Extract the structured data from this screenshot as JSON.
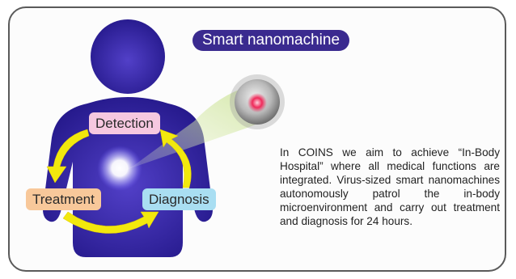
{
  "diagram": {
    "title": "Smart nanomachine",
    "labels": {
      "detection": "Detection",
      "treatment": "Treatment",
      "diagnosis": "Diagnosis"
    },
    "description": "In COINS we aim to achieve “In-Body Hospital” where all medical functions are integrated. Virus-sized smart nanomachines autonomously patrol the in-body microenvironment and carry out treatment and diagnosis for 24 hours."
  },
  "colors": {
    "body": "#2b1f8c",
    "arrows": "#f2e80d",
    "detection_bg": "#f6c8e0",
    "treatment_bg": "#f8c89a",
    "diagnosis_bg": "#a9def2",
    "title_bg": "#3a2a8f",
    "frame_border": "#5a5a5a"
  },
  "icons": [
    "human-silhouette",
    "nanomachine-particle",
    "cycle-arrows",
    "glow-spot"
  ]
}
